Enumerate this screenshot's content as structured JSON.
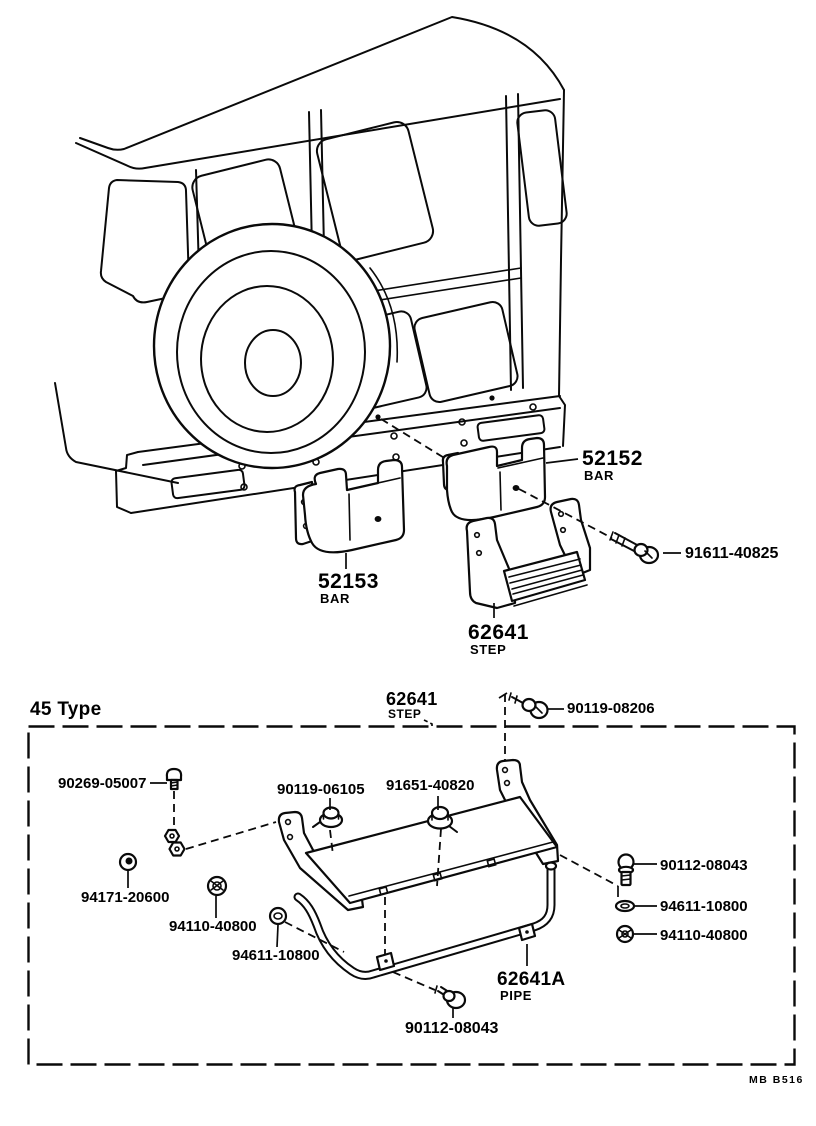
{
  "page": {
    "footer_code": "MB B516",
    "paper_color": "#ffffff",
    "ink_color": "#000000"
  },
  "upper_diagram": {
    "description": "rear-body-with-spare-tire-step-mounting",
    "parts": {
      "bar_right": {
        "number": "52152",
        "name": "BAR"
      },
      "bar_left": {
        "number": "52153",
        "name": "BAR"
      },
      "step": {
        "number": "62641",
        "name": "STEP"
      },
      "bolt": {
        "number": "91611-40825"
      }
    }
  },
  "lower_diagram": {
    "title": "45 Type",
    "step": {
      "number": "62641",
      "name": "STEP"
    },
    "pipe": {
      "number": "62641A",
      "name": "PIPE"
    },
    "fasteners": {
      "bolt_top": "90119-08206",
      "stud_left": "90269-05007",
      "bolt_step_left": "90119-06105",
      "bolt_step_right": "91651-40820",
      "nut_left": "94171-20600",
      "washer_left": "94110-40800",
      "washer_left2": "94611-10800",
      "bolt_right": "90112-08043",
      "washer_right": "94611-10800",
      "washer_right2": "94110-40800",
      "bolt_bottom": "90112-08043"
    }
  }
}
